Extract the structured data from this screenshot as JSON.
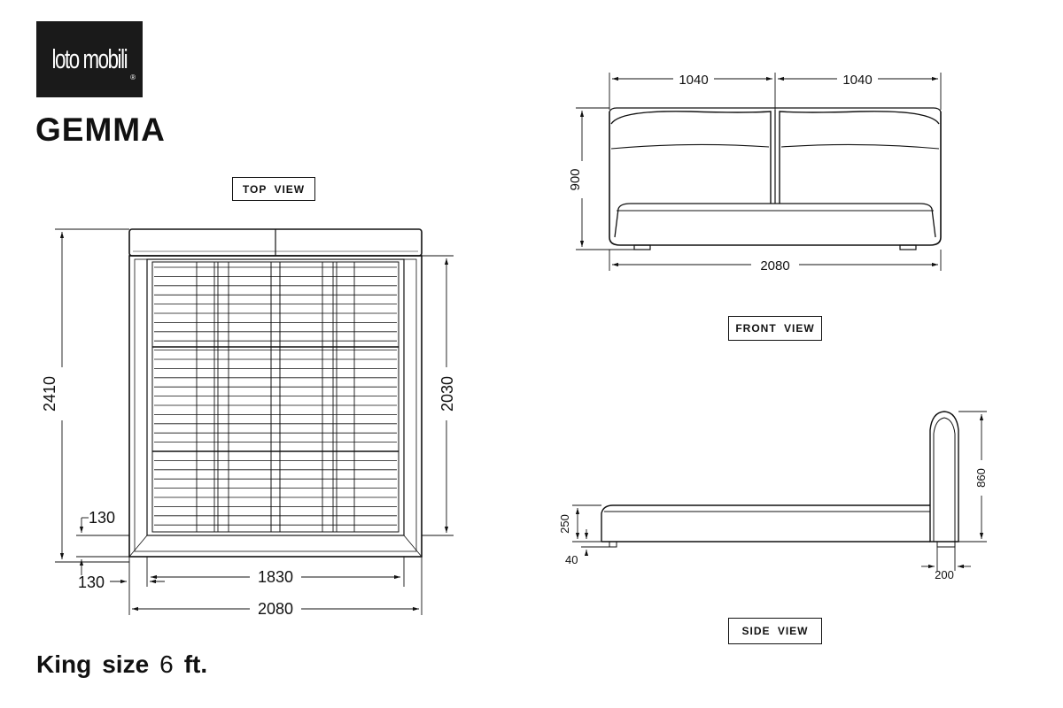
{
  "brand": {
    "logo_text": "loto mobili",
    "reg_mark": "®"
  },
  "product": {
    "name": "GEMMA"
  },
  "footer": {
    "size_label": "King",
    "size_word": "size",
    "size_value": "6",
    "size_unit": "ft."
  },
  "views": {
    "top": "TOP VIEW",
    "front": "FRONT VIEW",
    "side": "SIDE VIEW"
  },
  "dimensions": {
    "top_total_length": "2410",
    "top_mattress_length": "2030",
    "top_frame_top": "130",
    "top_frame_side": "130",
    "top_mattress_width": "1830",
    "top_total_width": "2080",
    "front_half_left": "1040",
    "front_half_right": "1040",
    "front_height": "900",
    "front_total_width": "2080",
    "side_headboard_height": "860",
    "side_base_height": "250",
    "side_foot_height": "40",
    "side_headboard_depth": "200"
  },
  "colors": {
    "line": "#111111",
    "logo_bg": "#1a1a1a",
    "background": "#ffffff"
  }
}
